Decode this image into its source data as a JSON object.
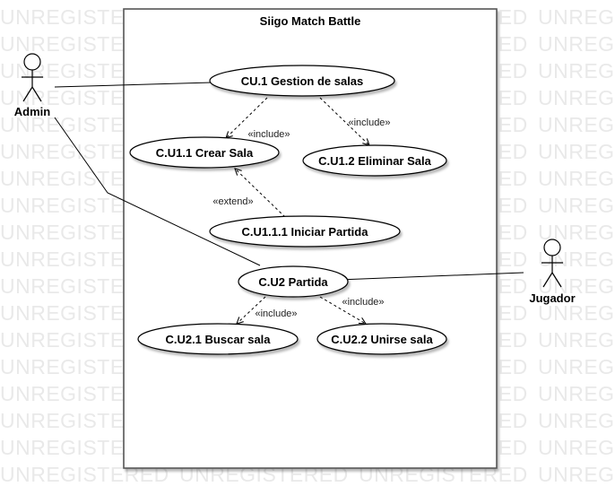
{
  "watermark": "UNREGISTERED",
  "system": {
    "title": "Siigo Match Battle"
  },
  "actors": {
    "admin": "Admin",
    "jugador": "Jugador"
  },
  "use_cases": {
    "cu1": "CU.1 Gestion de salas",
    "cu11": "C.U1.1 Crear Sala",
    "cu12": "C.U1.2 Eliminar Sala",
    "cu111": "C.U1.1.1 Iniciar Partida",
    "cu2": "C.U2 Partida",
    "cu21": "C.U2.1 Buscar sala",
    "cu22": "C.U2.2 Unirse sala"
  },
  "relations": {
    "include": "«include»",
    "extend": "«extend»"
  }
}
